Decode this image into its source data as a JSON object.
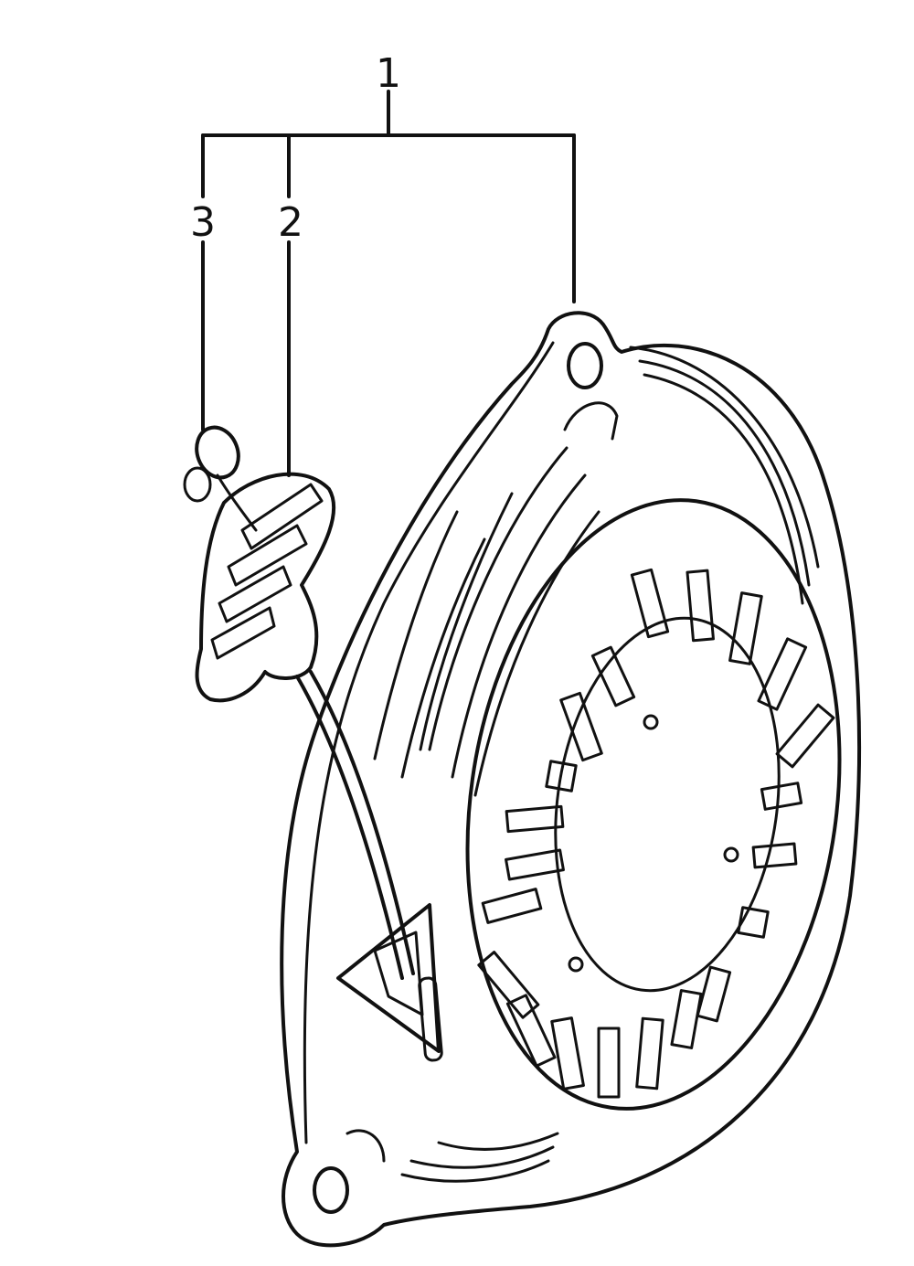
{
  "diagram": {
    "callouts": [
      {
        "id": "1",
        "label": "1"
      },
      {
        "id": "2",
        "label": "2"
      },
      {
        "id": "3",
        "label": "3"
      }
    ],
    "colors": {
      "ink": "#111111",
      "background": "#ffffff"
    }
  }
}
